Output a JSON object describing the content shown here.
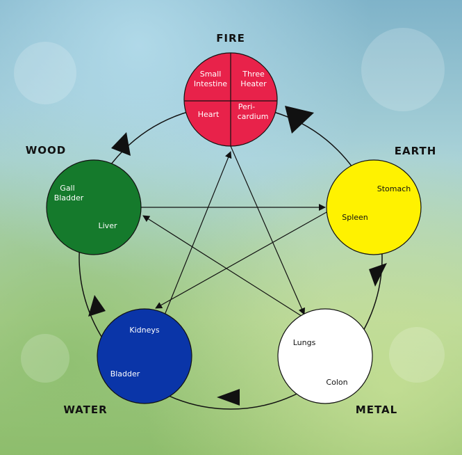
{
  "elements": {
    "fire": {
      "label": "FIRE",
      "color": "#e8224a",
      "organs": [
        "Small",
        "Intestine",
        "Three",
        "Heater",
        "Heart",
        "Peri-",
        "cardium"
      ]
    },
    "earth": {
      "label": "EARTH",
      "color": "#fff200",
      "organs": [
        "Stomach",
        "Spleen"
      ]
    },
    "metal": {
      "label": "METAL",
      "color": "#ffffff",
      "organs": [
        "Lungs",
        "Colon"
      ]
    },
    "water": {
      "label": "WATER",
      "color": "#0a35a8",
      "organs": [
        "Kidneys",
        "Bladder"
      ]
    },
    "wood": {
      "label": "WOOD",
      "color": "#157a2c",
      "organs": [
        "Gall",
        "Bladder",
        "Liver"
      ]
    }
  }
}
